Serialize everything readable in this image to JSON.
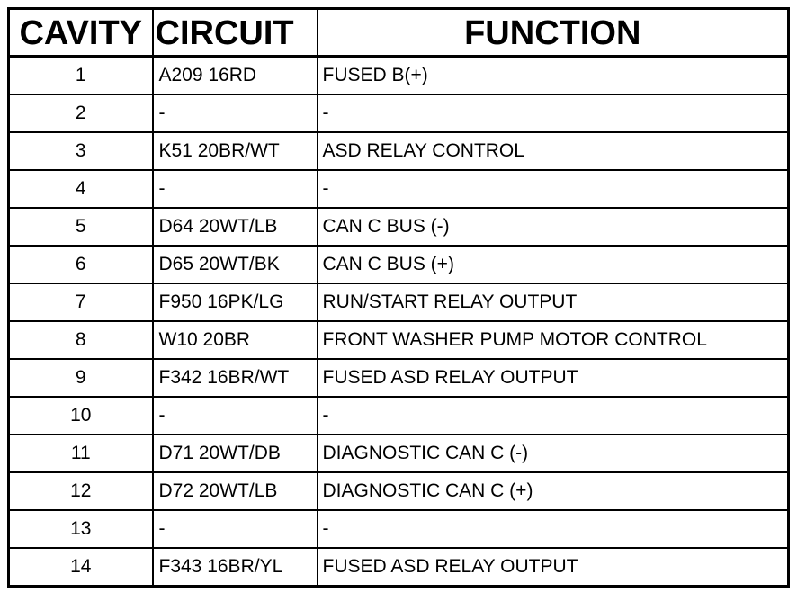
{
  "headers": {
    "cavity": "CAVITY",
    "circuit": "CIRCUIT",
    "function": "FUNCTION"
  },
  "rows": [
    {
      "cavity": "1",
      "circuit": "A209 16RD",
      "function": "FUSED B(+)"
    },
    {
      "cavity": "2",
      "circuit": "-",
      "function": "-"
    },
    {
      "cavity": "3",
      "circuit": "K51 20BR/WT",
      "function": "ASD RELAY CONTROL"
    },
    {
      "cavity": "4",
      "circuit": "-",
      "function": "-"
    },
    {
      "cavity": "5",
      "circuit": "D64 20WT/LB",
      "function": "CAN C BUS (-)"
    },
    {
      "cavity": "6",
      "circuit": "D65 20WT/BK",
      "function": "CAN C BUS (+)"
    },
    {
      "cavity": "7",
      "circuit": "F950 16PK/LG",
      "function": "RUN/START RELAY OUTPUT"
    },
    {
      "cavity": "8",
      "circuit": "W10 20BR",
      "function": "FRONT WASHER PUMP MOTOR CONTROL"
    },
    {
      "cavity": "9",
      "circuit": "F342 16BR/WT",
      "function": "FUSED ASD RELAY OUTPUT"
    },
    {
      "cavity": "10",
      "circuit": "-",
      "function": "-"
    },
    {
      "cavity": "11",
      "circuit": "D71 20WT/DB",
      "function": "DIAGNOSTIC CAN C (-)"
    },
    {
      "cavity": "12",
      "circuit": "D72 20WT/LB",
      "function": "DIAGNOSTIC CAN C (+)"
    },
    {
      "cavity": "13",
      "circuit": "-",
      "function": "-"
    },
    {
      "cavity": "14",
      "circuit": "F343 16BR/YL",
      "function": "FUSED ASD RELAY OUTPUT"
    }
  ]
}
